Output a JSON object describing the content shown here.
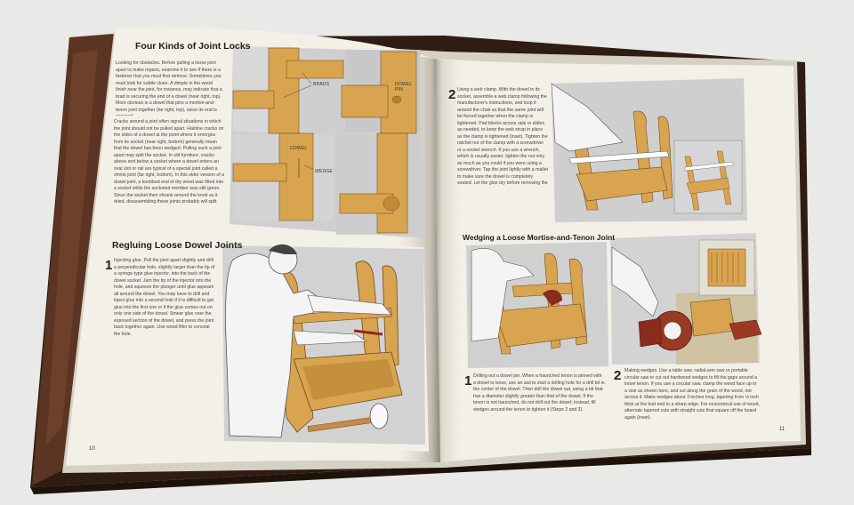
{
  "left_page": {
    "section1_title": "Four Kinds of Joint Locks",
    "section1_intro": "Looking for obstacles. Before pulling a loose joint apart to make repairs, examine it to see if there is a fastener that you must first remove. Sometimes you must look for subtle clues. A dimple in the wood finish near the joint, for instance, may indicate that a brad is securing the end of a dowel (near right, top). More obvious is a dowel that pins a mortise-and-tenon joint together (far right, top), since its end is exposed.",
    "section1_body": "Cracks around a joint often signal situations in which the joint should not be pulled apart. Hairline cracks on the sides of a dowel at the point where it emerges from its socket (near right, bottom) generally mean that the dowel has been wedged. Pulling such a joint apart may split the socket. In old furniture, cracks above and below a socket where a dowel enters an oval slot or rail are typical of a special joint called a shrink joint (far right, bottom). In this older version of a dowel joint, a knobbed end of dry wood was fitted into a socket while the socketed member was still green. Since the socket then shrank around the knob as it dried, disassembling these joints probably will split the wood.",
    "label_brads": "BRADS",
    "label_dowel_pin": "DOWEL PIN",
    "label_dowel": "DOWEL",
    "label_wedge": "WEDGE",
    "section2_title": "Regluing Loose Dowel Joints",
    "step1_number": "1",
    "step1_text": "Injecting glue. Pull the joint apart slightly and drill a perpendicular hole, slightly larger than the tip of a syringe-type glue injector, into the back of the dowel socket. Jam the tip of the injector into the hole, and squeeze the plunger until glue appears all around the dowel. You may have to drill and inject glue into a second hole if it is difficult to get glue into the first one or if the glue comes out on only one side of the dowel. Smear glue over the exposed section of the dowel, and press the joint back together again. Use wood filler to conceal the hole.",
    "page_number": "10"
  },
  "right_page": {
    "step2_number": "2",
    "step2_text": "Using a web clamp. With the dowel in its socket, assemble a web clamp following the manufacturer's instructions, and loop it around the chair so that the same joint will be forced together when the clamp is tightened. Pad blocks across rails or slides as needed, to keep the web strap in place as the clamp is tightened (inset). Tighten the ratchet nut of the clamp with a screwdriver or a socket wrench. If you use a wrench, which is usually easier, tighten the nut only as much as you could if you were using a screwdriver. Tap the joint lightly with a mallet to make sure the dowel is completely seated. Let the glue dry before removing the clamp.",
    "section3_title": "Wedging a Loose Mortise-and-Tenon Joint",
    "step3_number": "1",
    "step3_text": "Drilling out a dowel pin. When a haunched tenon is pinned with a dowel is loose, use an awl to start a drilling hole for a drill bit in the center of the dowel. Then drill the dowel out, using a bit that has a diameter slightly greater than that of the dowel. If the tenon is not haunched, do not drill out the dowel; instead, fill wedges around the tenon to tighten it (Steps 2 and 3).",
    "step4_number": "2",
    "step4_text": "Making wedges. Use a table saw, radial-arm saw or portable circular saw to cut out hardwood wedges to fill the gaps around a loose tenon. If you use a circular saw, clamp the wood face up in a vise as shown here, and cut along the grain of the wood, not across it. Make wedges about 3 inches long, tapering from ⅛ inch thick at the butt end to a sharp edge. For economical use of wood, alternate tapered cuts with straight cuts that square off the board again (inset).",
    "page_number": "11"
  },
  "colors": {
    "wood": "#d9a450",
    "wood_dark": "#a9762c",
    "shade": "#c9c9c9",
    "page": "#f3f0e8",
    "cover": "#3a2418",
    "background": "#e9e9e7"
  }
}
